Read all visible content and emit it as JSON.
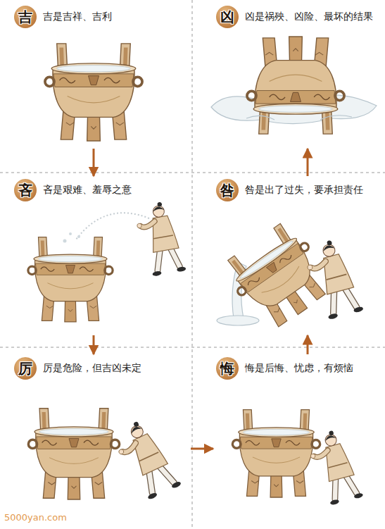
{
  "diagram": {
    "nodes": [
      {
        "text": [
          "吉",
          "吉是吉祥、吉利"
        ]
      },
      {
        "text": [
          "凶",
          "凶是祸殃、凶险、最坏的结果"
        ]
      },
      {
        "text": [
          "吝",
          "吝是艰难、羞辱之意"
        ]
      },
      {
        "text": [
          "咎",
          "咎是出了过失，要承担责任"
        ]
      },
      {
        "text": [
          "厉",
          "厉是危险，但吉凶未定"
        ]
      },
      {
        "text": [
          "悔",
          "悔是后悔、忧虑，有烦恼"
        ]
      }
    ],
    "edges": [
      {
        "from": 0,
        "to": 2,
        "arrow": "to"
      },
      {
        "from": 2,
        "to": 4,
        "arrow": "to"
      },
      {
        "from": 4,
        "to": 5,
        "arrow": "to"
      },
      {
        "from": 5,
        "to": 3,
        "arrow": "to"
      },
      {
        "from": 3,
        "to": 1,
        "arrow": "to"
      }
    ],
    "labels": [
      "5000yan.com"
    ]
  }
}
